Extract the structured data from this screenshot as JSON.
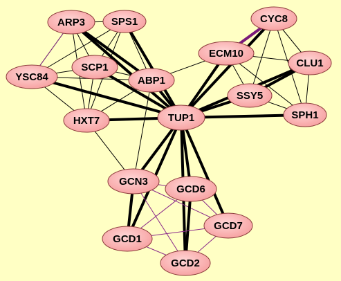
{
  "colors": {
    "background": "#ffffc4",
    "node_fill": "#f7a3a3",
    "node_fill_highlight": "#ffd6d6",
    "node_stroke": "#8a3a3a",
    "edge_thin": "#8a2a8a",
    "edge_mid": "#000000",
    "edge_thick": "#000000",
    "edge_purple_thick": "#7a1a7a"
  },
  "nodes": [
    {
      "id": "ARP3",
      "label": "ARP3"
    },
    {
      "id": "SPS1",
      "label": "SPS1"
    },
    {
      "id": "CYC8",
      "label": "CYC8"
    },
    {
      "id": "ECM10",
      "label": "ECM10"
    },
    {
      "id": "CLU1",
      "label": "CLU1"
    },
    {
      "id": "YSC84",
      "label": "YSC84"
    },
    {
      "id": "SCP1",
      "label": "SCP1"
    },
    {
      "id": "ABP1",
      "label": "ABP1"
    },
    {
      "id": "SSY5",
      "label": "SSY5"
    },
    {
      "id": "HXT7",
      "label": "HXT7"
    },
    {
      "id": "TUP1",
      "label": "TUP1"
    },
    {
      "id": "SPH1",
      "label": "SPH1"
    },
    {
      "id": "GCN3",
      "label": "GCN3"
    },
    {
      "id": "GCD6",
      "label": "GCD6"
    },
    {
      "id": "GCD7",
      "label": "GCD7"
    },
    {
      "id": "GCD1",
      "label": "GCD1"
    },
    {
      "id": "GCD2",
      "label": "GCD2"
    }
  ],
  "edges": [
    {
      "source": "TUP1",
      "target": "ARP3",
      "weight": "thick"
    },
    {
      "source": "TUP1",
      "target": "SPS1",
      "weight": "thick"
    },
    {
      "source": "TUP1",
      "target": "SCP1",
      "weight": "thick"
    },
    {
      "source": "TUP1",
      "target": "ABP1",
      "weight": "thick"
    },
    {
      "source": "TUP1",
      "target": "YSC84",
      "weight": "thick"
    },
    {
      "source": "TUP1",
      "target": "HXT7",
      "weight": "thick"
    },
    {
      "source": "TUP1",
      "target": "ECM10",
      "weight": "thick"
    },
    {
      "source": "TUP1",
      "target": "CYC8",
      "weight": "thick"
    },
    {
      "source": "TUP1",
      "target": "CLU1",
      "weight": "thick"
    },
    {
      "source": "TUP1",
      "target": "SSY5",
      "weight": "thick"
    },
    {
      "source": "TUP1",
      "target": "SPH1",
      "weight": "thick"
    },
    {
      "source": "TUP1",
      "target": "GCN3",
      "weight": "thick"
    },
    {
      "source": "TUP1",
      "target": "GCD6",
      "weight": "thick"
    },
    {
      "source": "TUP1",
      "target": "GCD7",
      "weight": "thick"
    },
    {
      "source": "TUP1",
      "target": "GCD1",
      "weight": "thick"
    },
    {
      "source": "TUP1",
      "target": "GCD2",
      "weight": "thick"
    },
    {
      "source": "ECM10",
      "target": "CYC8",
      "weight": "purple_thick"
    },
    {
      "source": "ARP3",
      "target": "SPS1",
      "weight": "mid"
    },
    {
      "source": "ARP3",
      "target": "YSC84",
      "weight": "mid"
    },
    {
      "source": "ARP3",
      "target": "SCP1",
      "weight": "mid"
    },
    {
      "source": "ARP3",
      "target": "ABP1",
      "weight": "thick"
    },
    {
      "source": "ARP3",
      "target": "HXT7",
      "weight": "mid"
    },
    {
      "source": "SPS1",
      "target": "SCP1",
      "weight": "mid"
    },
    {
      "source": "SPS1",
      "target": "ABP1",
      "weight": "mid"
    },
    {
      "source": "SPS1",
      "target": "YSC84",
      "weight": "mid"
    },
    {
      "source": "SPS1",
      "target": "HXT7",
      "weight": "mid"
    },
    {
      "source": "YSC84",
      "target": "SCP1",
      "weight": "mid"
    },
    {
      "source": "YSC84",
      "target": "ABP1",
      "weight": "mid"
    },
    {
      "source": "YSC84",
      "target": "HXT7",
      "weight": "mid"
    },
    {
      "source": "SCP1",
      "target": "ABP1",
      "weight": "mid"
    },
    {
      "source": "SCP1",
      "target": "HXT7",
      "weight": "mid"
    },
    {
      "source": "ABP1",
      "target": "HXT7",
      "weight": "mid"
    },
    {
      "source": "ABP1",
      "target": "ECM10",
      "weight": "mid"
    },
    {
      "source": "ABP1",
      "target": "GCN3",
      "weight": "mid"
    },
    {
      "source": "HXT7",
      "target": "GCN3",
      "weight": "mid"
    },
    {
      "source": "ARP3",
      "target": "YSC84",
      "weight": "thin"
    },
    {
      "source": "CYC8",
      "target": "CLU1",
      "weight": "mid"
    },
    {
      "source": "CYC8",
      "target": "SSY5",
      "weight": "mid"
    },
    {
      "source": "CYC8",
      "target": "SPH1",
      "weight": "mid"
    },
    {
      "source": "ECM10",
      "target": "CLU1",
      "weight": "mid"
    },
    {
      "source": "ECM10",
      "target": "SSY5",
      "weight": "mid"
    },
    {
      "source": "ECM10",
      "target": "SPH1",
      "weight": "mid"
    },
    {
      "source": "CLU1",
      "target": "SSY5",
      "weight": "thick"
    },
    {
      "source": "CLU1",
      "target": "SPH1",
      "weight": "mid"
    },
    {
      "source": "SSY5",
      "target": "SPH1",
      "weight": "mid"
    },
    {
      "source": "GCN3",
      "target": "GCD6",
      "weight": "thin"
    },
    {
      "source": "GCN3",
      "target": "GCD7",
      "weight": "thin"
    },
    {
      "source": "GCN3",
      "target": "GCD1",
      "weight": "thick"
    },
    {
      "source": "GCN3",
      "target": "GCD2",
      "weight": "thin"
    },
    {
      "source": "GCD6",
      "target": "GCD7",
      "weight": "thin"
    },
    {
      "source": "GCD6",
      "target": "GCD1",
      "weight": "thin"
    },
    {
      "source": "GCD6",
      "target": "GCD2",
      "weight": "thick"
    },
    {
      "source": "GCD7",
      "target": "GCD1",
      "weight": "thin"
    },
    {
      "source": "GCD7",
      "target": "GCD2",
      "weight": "thin"
    },
    {
      "source": "GCD1",
      "target": "GCD2",
      "weight": "thin"
    }
  ]
}
